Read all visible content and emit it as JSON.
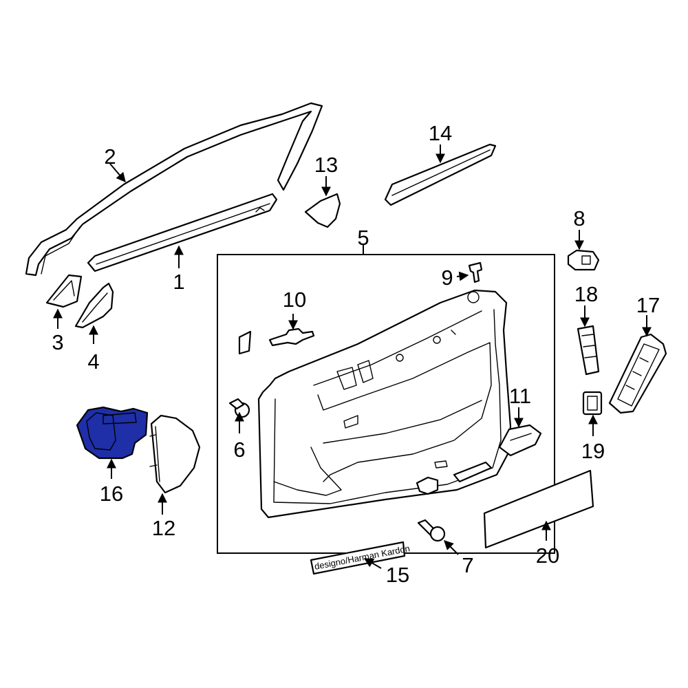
{
  "colors": {
    "line": "#000000",
    "background": "#ffffff",
    "highlight_fill": "#1f2fa8"
  },
  "highlighted_part": "16",
  "callouts": {
    "c1": "1",
    "c2": "2",
    "c3": "3",
    "c4": "4",
    "c5": "5",
    "c6": "6",
    "c7": "7",
    "c8": "8",
    "c9": "9",
    "c10": "10",
    "c11": "11",
    "c12": "12",
    "c13": "13",
    "c14": "14",
    "c15": "15",
    "c16": "16",
    "c17": "17",
    "c18": "18",
    "c19": "19",
    "c20": "20"
  },
  "emblem_text": "designo/Harman Kardon"
}
